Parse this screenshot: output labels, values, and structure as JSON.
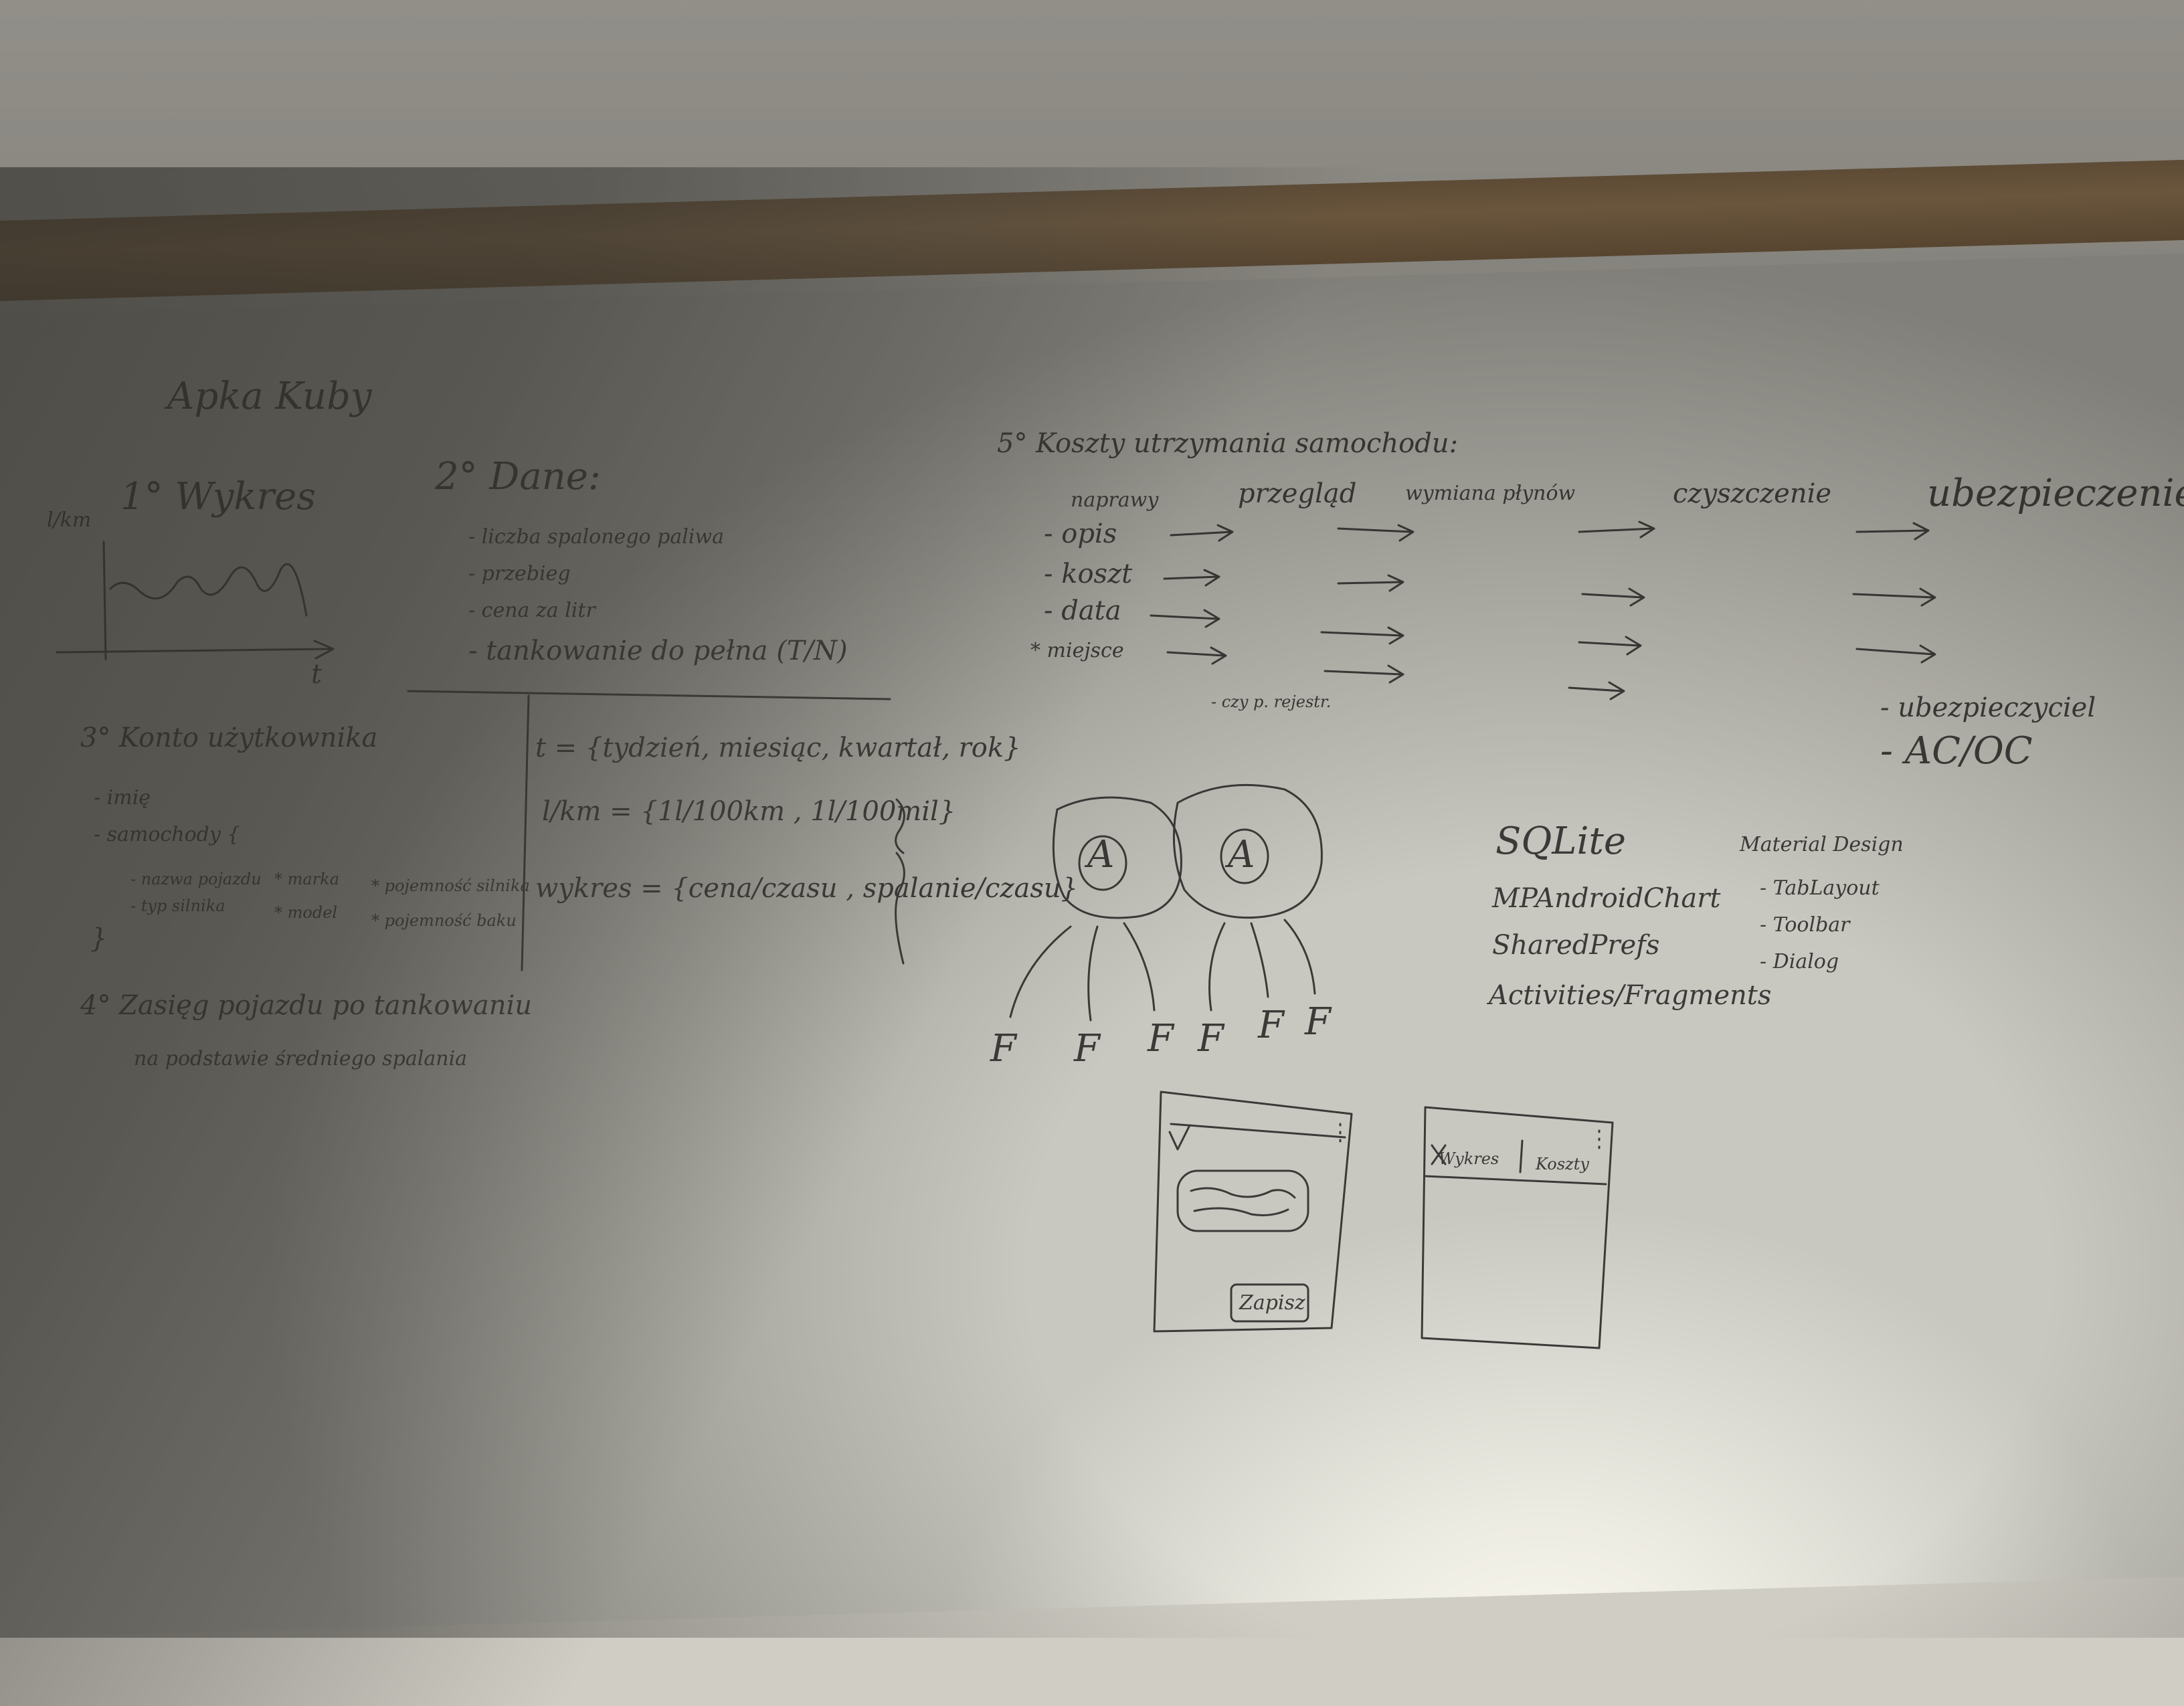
{
  "title": "Apka Kuby",
  "s1": {
    "heading": "1° Wykres",
    "axis_y": "l/km",
    "axis_x": "t"
  },
  "s2": {
    "heading": "2° Dane:",
    "items": [
      "- liczba spalonego paliwa",
      "- przebieg",
      "- cena za litr",
      "- tankowanie do pełna (T/N)"
    ],
    "t_line": "t = {tydzień, miesiąc, kwartał, rok}",
    "lkm_line": "l/km = {1l/100km , 1l/100mil}",
    "wykres_line": "wykres = {cena/czasu , spalanie/czasu}"
  },
  "s3": {
    "heading": "3° Konto użytkownika",
    "items": [
      "- imię",
      "- samochody {"
    ],
    "sub_left": [
      "- nazwa pojazdu",
      "- typ silnika"
    ],
    "sub_mid": [
      "* marka",
      "* model"
    ],
    "sub_right": [
      "* pojemność silnika",
      "* pojemność baku"
    ],
    "close": "}"
  },
  "s4": {
    "heading": "4° Zasięg pojazdu po tankowaniu",
    "line2": "na podstawie średniego spalania"
  },
  "s5": {
    "heading": "5° Koszty utrzymania samochodu:",
    "columns": [
      "naprawy",
      "przegląd",
      "wymiana płynów",
      "czyszczenie",
      "ubezpieczenie"
    ],
    "rows": [
      "- opis",
      "- koszt",
      "- data",
      "* miejsce"
    ],
    "extra_przeglad": "- czy p. rejestr.",
    "extra_ubezp": [
      "- ubezpieczyciel",
      "- AC/OC"
    ]
  },
  "tech_left": [
    "SQLite",
    "MPAndroidChart",
    "SharedPrefs",
    "Activities/Fragments"
  ],
  "tech_right": {
    "heading": "Material Design",
    "items": [
      "- TabLayout",
      "- Toolbar",
      "- Dialog"
    ]
  },
  "diagram": {
    "activity": "A",
    "fragment": "F"
  },
  "mockup1": {
    "button": "Zapisz"
  },
  "mockup2": {
    "tab1": "Wykres",
    "tab2": "Koszty"
  }
}
